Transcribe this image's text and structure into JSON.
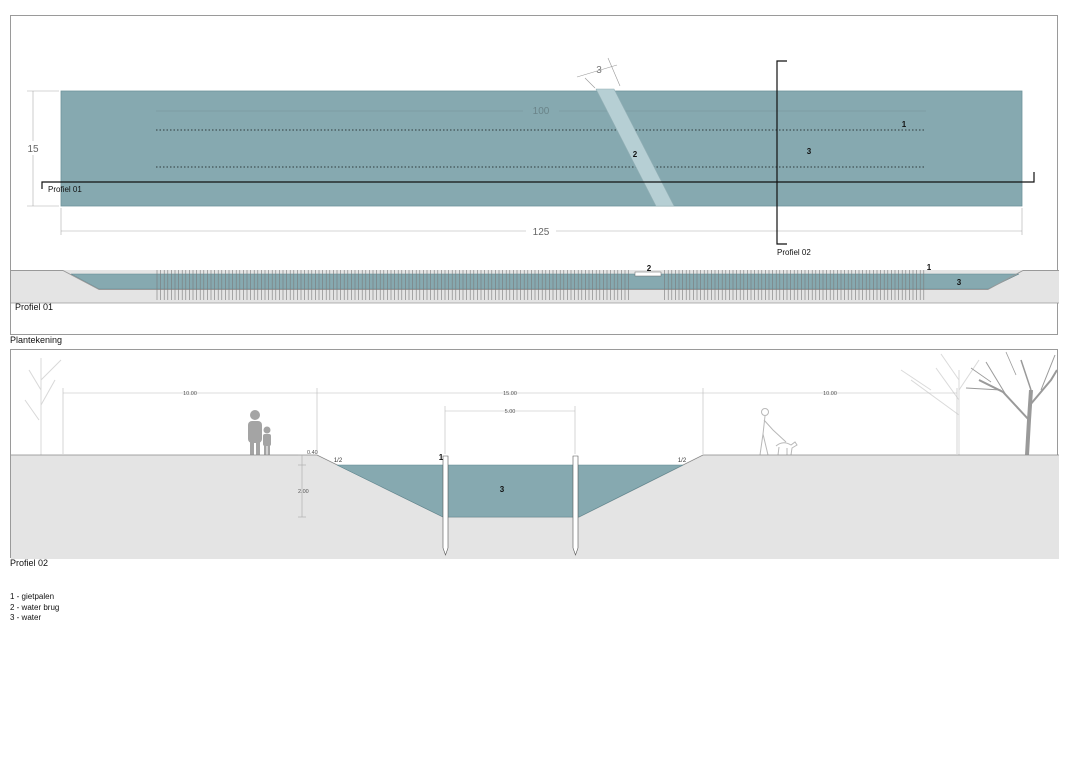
{
  "plan": {
    "caption": "Plantekening",
    "width_label": "15",
    "length_label": "125",
    "inner_length_label": "100",
    "bridge_width_label": "3",
    "profile_01_label": "Profiel 01",
    "profile_02_label": "Profiel 02",
    "callout_1": "1",
    "callout_2": "2",
    "callout_3": "3"
  },
  "profile_01": {
    "caption": "Profiel 01",
    "callout_1": "1",
    "callout_2": "2",
    "callout_3": "3"
  },
  "profile_02": {
    "caption": "Profiel 02",
    "dim_left": "10.00",
    "dim_middle": "15.00",
    "dim_right": "10.00",
    "dim_inner": "5.00",
    "dim_freeboard": "0.40",
    "dim_depth": "2.00",
    "slope_left": "1/2",
    "slope_right": "1/2",
    "callout_1": "1",
    "callout_3": "3"
  },
  "legend": [
    "1 - gietpalen",
    "2 - water brug",
    "3 - water"
  ],
  "colors": {
    "water": "#86a9b0",
    "water_edge": "#5f8790",
    "bridge": "#b6cfd4",
    "ground": "#e4e4e4",
    "panel_border": "#9a9a9a"
  }
}
